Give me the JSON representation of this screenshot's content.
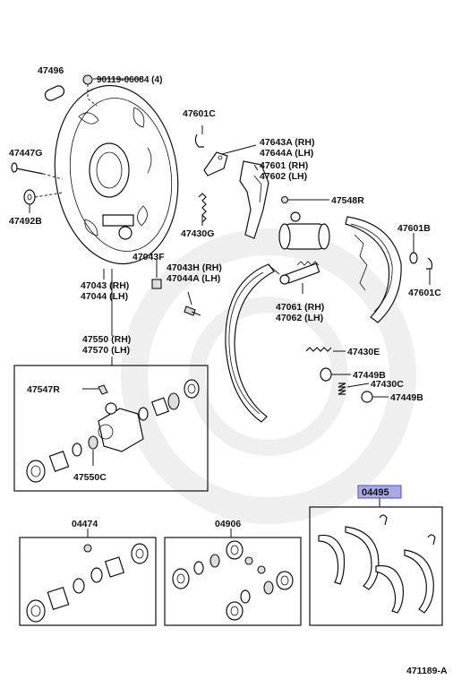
{
  "diagram": {
    "figure_code": "471189-A",
    "callouts": {
      "c47496": "47496",
      "c90119": "90119-06084 (4)",
      "c47601c_top": "47601C",
      "c47643a": "47643A (RH)",
      "c47644a": "47644A (LH)",
      "c47601": "47601 (RH)",
      "c47602": "47602 (LH)",
      "c47447g": "47447G",
      "c47548r": "47548R",
      "c47492b": "47492B",
      "c47430g": "47430G",
      "c47601b": "47601B",
      "c47043f": "47043F",
      "c47043h": "47043H (RH)",
      "c47044a": "47044A (LH)",
      "c47601c_right": "47601C",
      "c47043": "47043 (RH)",
      "c47044": "47044 (LH)",
      "c47061": "47061 (RH)",
      "c47062": "47062 (LH)",
      "c47550": "47550 (RH)",
      "c47570": "47570 (LH)",
      "c47430e": "47430E",
      "c47449b_top": "47449B",
      "c47547r": "47547R",
      "c47430c": "47430C",
      "c47449b_bot": "47449B",
      "c47550c": "47550C",
      "c04495": "04495",
      "c04474": "04474",
      "c04906": "04906"
    }
  }
}
